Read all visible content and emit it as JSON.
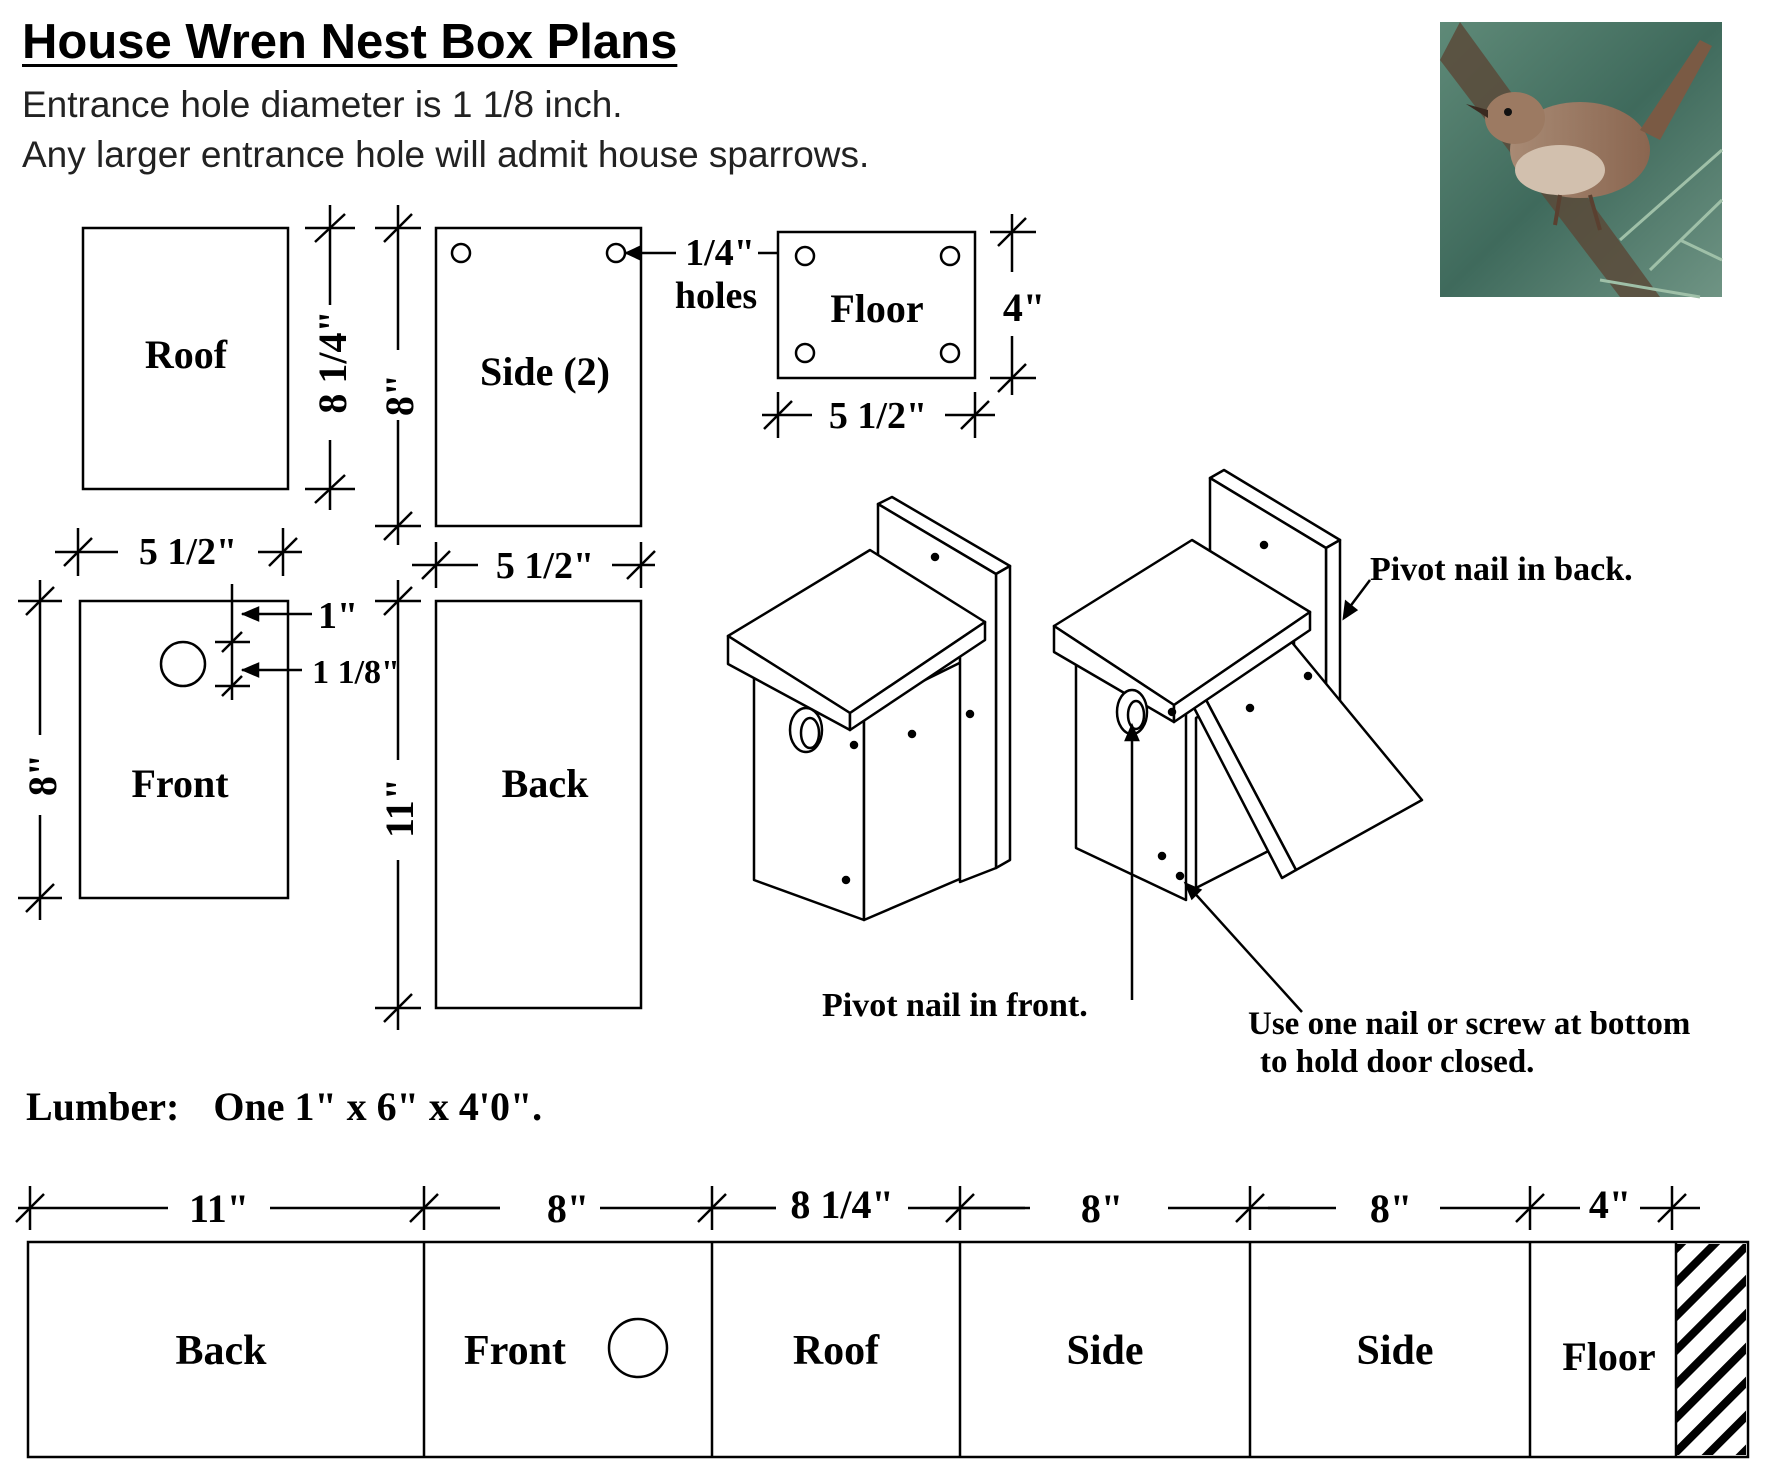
{
  "header": {
    "title": "House Wren Nest Box Plans",
    "line1": "Entrance hole diameter is 1 1/8 inch.",
    "line2": "Any larger entrance hole will admit house sparrows."
  },
  "photo": {
    "subject": "house-wren-photo"
  },
  "parts": {
    "roof": {
      "label": "Roof",
      "width": "5 1/2\"",
      "height": "8 1/4\""
    },
    "side": {
      "label": "Side (2)",
      "width": "5 1/2\"",
      "height": "8\"",
      "holes": "1/4\"",
      "holes_word": "holes"
    },
    "floor": {
      "label": "Floor",
      "width": "5 1/2\"",
      "height": "4\""
    },
    "front": {
      "label": "Front",
      "height": "8\"",
      "hole_offset": "1\"",
      "hole_diameter": "1 1/8\""
    },
    "back": {
      "label": "Back",
      "height": "11\""
    }
  },
  "callouts": {
    "pivot_back": "Pivot nail in back.",
    "pivot_front": "Pivot nail in front.",
    "bottom_line1": "Use one nail or screw at bottom",
    "bottom_line2": "to hold door closed."
  },
  "lumber": {
    "label": "Lumber:",
    "spec": "One 1\" x 6\" x 4'0\".",
    "cuts": [
      {
        "label": "Back",
        "length": "11\""
      },
      {
        "label": "Front",
        "length": "8\""
      },
      {
        "label": "Roof",
        "length": "8 1/4\""
      },
      {
        "label": "Side",
        "length": "8\""
      },
      {
        "label": "Side",
        "length": "8\""
      },
      {
        "label": "Floor",
        "length": "4\""
      }
    ]
  }
}
